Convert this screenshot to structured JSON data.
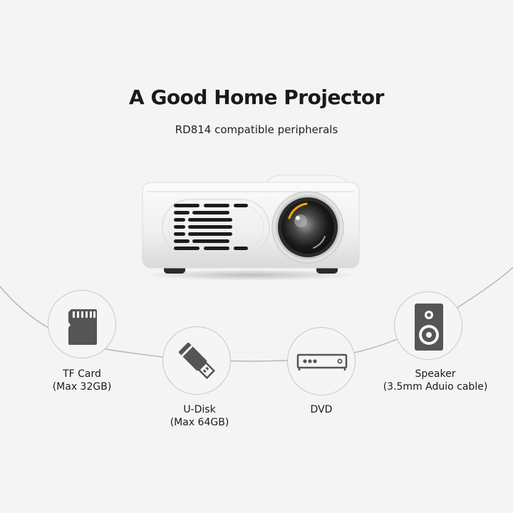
{
  "header": {
    "title": "A Good Home Projector",
    "subtitle": "RD814 compatible peripherals"
  },
  "peripherals": [
    {
      "icon": "sd-card-icon",
      "name": "TF Card",
      "detail": "(Max 32GB)"
    },
    {
      "icon": "usb-drive-icon",
      "name": "U-Disk",
      "detail": "(Max 64GB)"
    },
    {
      "icon": "dvd-player-icon",
      "name": "DVD",
      "detail": ""
    },
    {
      "icon": "speaker-icon",
      "name": "Speaker",
      "detail": "(3.5mm Aduio cable)"
    }
  ],
  "colors": {
    "background": "#f4f4f4",
    "icon": "#555555",
    "arc": "#b5b5b5",
    "lens_highlight": "#f2a900"
  }
}
